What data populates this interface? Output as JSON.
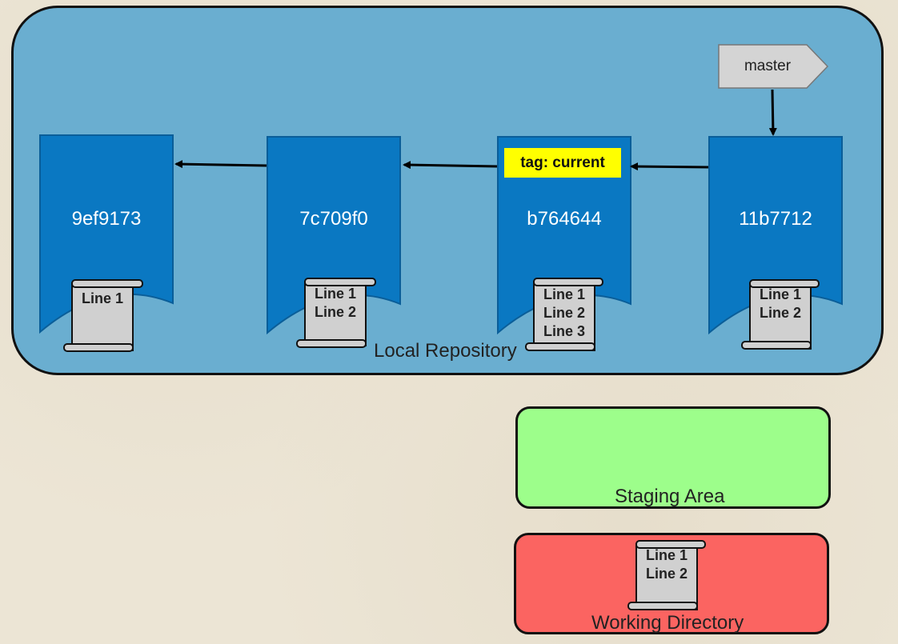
{
  "areas": {
    "local_repository": "Local Repository",
    "staging_area": "Staging Area",
    "working_directory": "Working Directory"
  },
  "branch": {
    "label": "master"
  },
  "tag": {
    "label": "tag: current"
  },
  "commits": [
    {
      "id": "9ef9173",
      "lines": [
        "Line 1"
      ]
    },
    {
      "id": "7c709f0",
      "lines": [
        "Line 1",
        "Line 2"
      ]
    },
    {
      "id": "b764644",
      "lines": [
        "Line 1",
        "Line 2",
        "Line 3"
      ]
    },
    {
      "id": "11b7712",
      "lines": [
        "Line 1",
        "Line 2"
      ]
    }
  ],
  "working_file": {
    "lines": [
      "Line 1",
      "Line 2"
    ]
  },
  "colors": {
    "background": "#ece5d5",
    "repository": "#6aaed0",
    "commit": "#0a78c2",
    "tag": "#ffff00",
    "branch": "#d4d4d4",
    "staging": "#9dfe8b",
    "working": "#fb6461",
    "scroll": "#d0d0d0"
  }
}
